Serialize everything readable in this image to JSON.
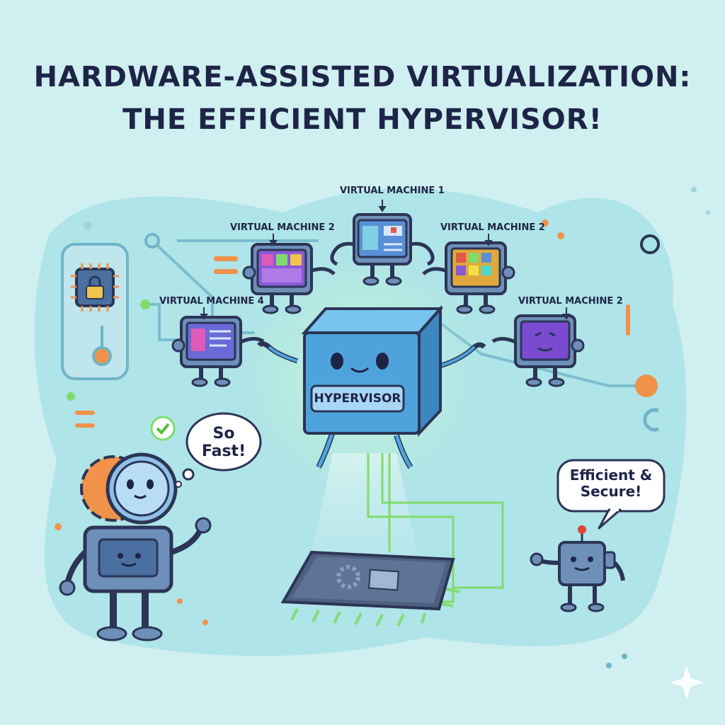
{
  "title": {
    "line1": "HARDWARE-ASSISTED VIRTUALIZATION:",
    "line2": "THE EFFICIENT HYPERVISOR!"
  },
  "hypervisor": {
    "label": "HYPERVISOR"
  },
  "virtual_machines": [
    {
      "label": "VIRTUAL MACHINE 1",
      "screen_color": "#5a8fd6"
    },
    {
      "label": "VIRTUAL MACHINE 2",
      "screen_color": "#8a5ad6"
    },
    {
      "label": "VIRTUAL MACHINE 2",
      "screen_color": "#e0a83a"
    },
    {
      "label": "VIRTUAL MACHINE 4",
      "screen_color": "#6a6ad6"
    },
    {
      "label": "VIRTUAL MACHINE 2",
      "screen_color": "#7a4ad0"
    }
  ],
  "bubbles": {
    "left": "So Fast!",
    "right": "Efficient & Secure!"
  },
  "colors": {
    "background": "#cfeff0",
    "hypervisor_blue": "#4fa3dc",
    "outline": "#2b3556",
    "accent_orange": "#f0924a",
    "accent_green": "#7fdc6a"
  }
}
